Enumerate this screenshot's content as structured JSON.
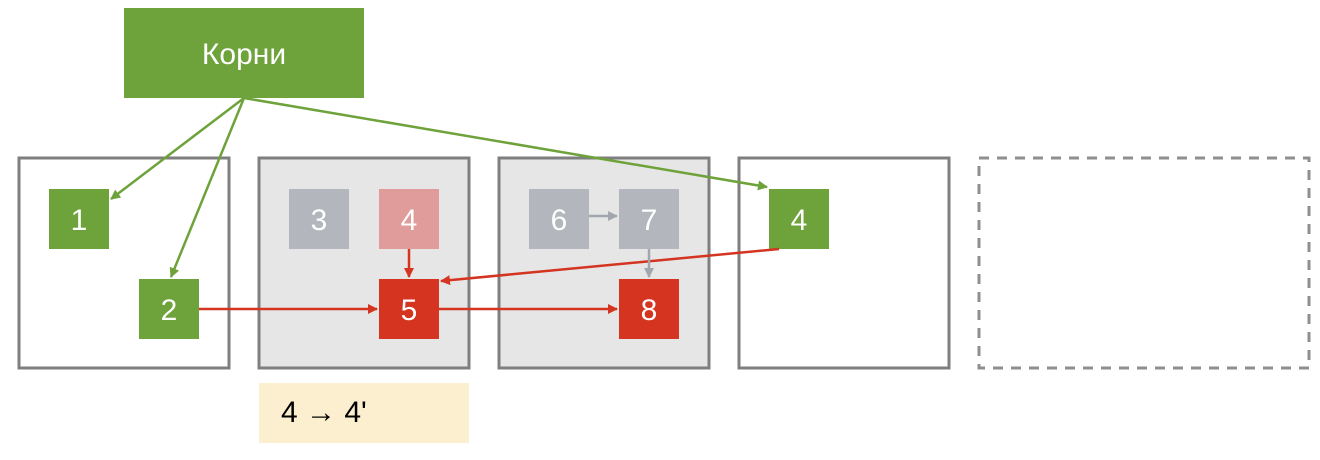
{
  "colors": {
    "green": "#6ea23a",
    "red": "#d43420",
    "faded_red": "#e09c9a",
    "gray_node": "#b3b6bc",
    "gray_arrow": "#a2a7ae",
    "region_fill": "#e6e6e6",
    "region_stroke": "#7f7f7f",
    "note_fill": "#fcefd0"
  },
  "root": {
    "label": "Корни"
  },
  "nodes": {
    "n1": {
      "label": "1"
    },
    "n2": {
      "label": "2"
    },
    "n3": {
      "label": "3"
    },
    "n4_old": {
      "label": "4"
    },
    "n5": {
      "label": "5"
    },
    "n6": {
      "label": "6"
    },
    "n7": {
      "label": "7"
    },
    "n8": {
      "label": "8"
    },
    "n4_new": {
      "label": "4"
    }
  },
  "note": {
    "text": "4 → 4'"
  }
}
